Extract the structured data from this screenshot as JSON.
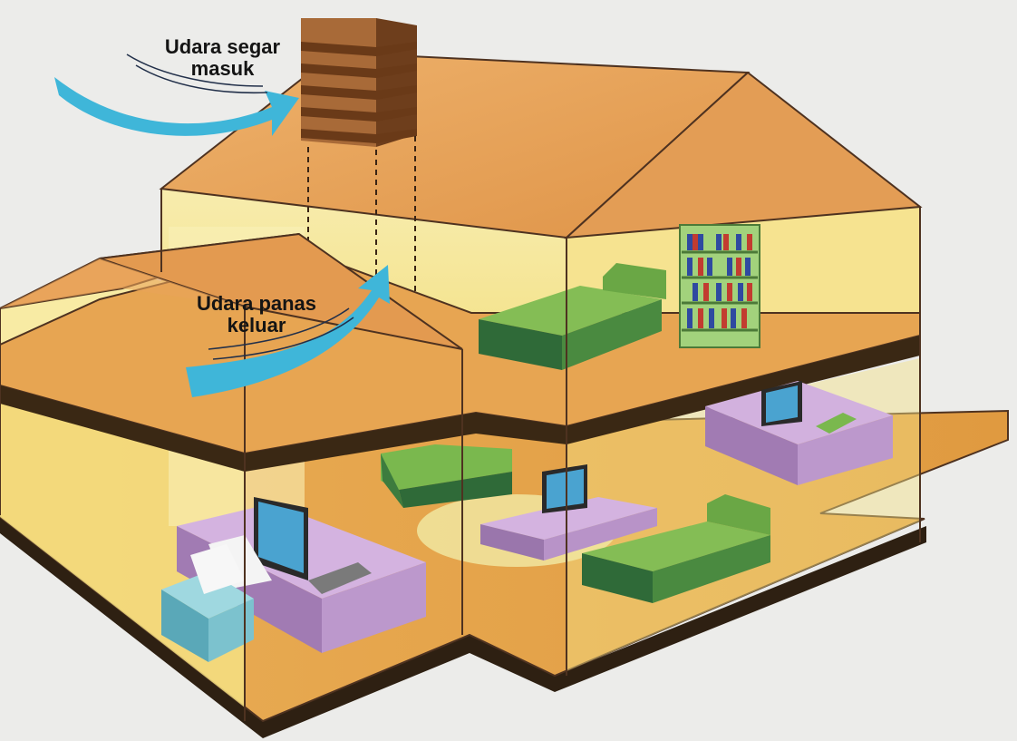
{
  "labels": {
    "fresh_air": {
      "line1": "Udara segar",
      "line2": "masuk"
    },
    "hot_air": {
      "line1": "Udara panas",
      "line2": "keluar"
    }
  },
  "colors": {
    "background": "#ececea",
    "roof": "#e8a25e",
    "wall_upper": "#f7e79a",
    "wall_lower": "#f3de72",
    "floor": "#e6a64c",
    "floor_edge": "#3c2a18",
    "outline": "#4e3220",
    "vent": "#9c6232",
    "vent_dark": "#5e3416",
    "arrow": "#3fb6d9",
    "sofa": "#79b04c",
    "sofa_dark": "#2f6a38",
    "desk": "#c9a6d8",
    "bookshelf": "#9fd07a",
    "monitor": "#4aa3d0"
  }
}
